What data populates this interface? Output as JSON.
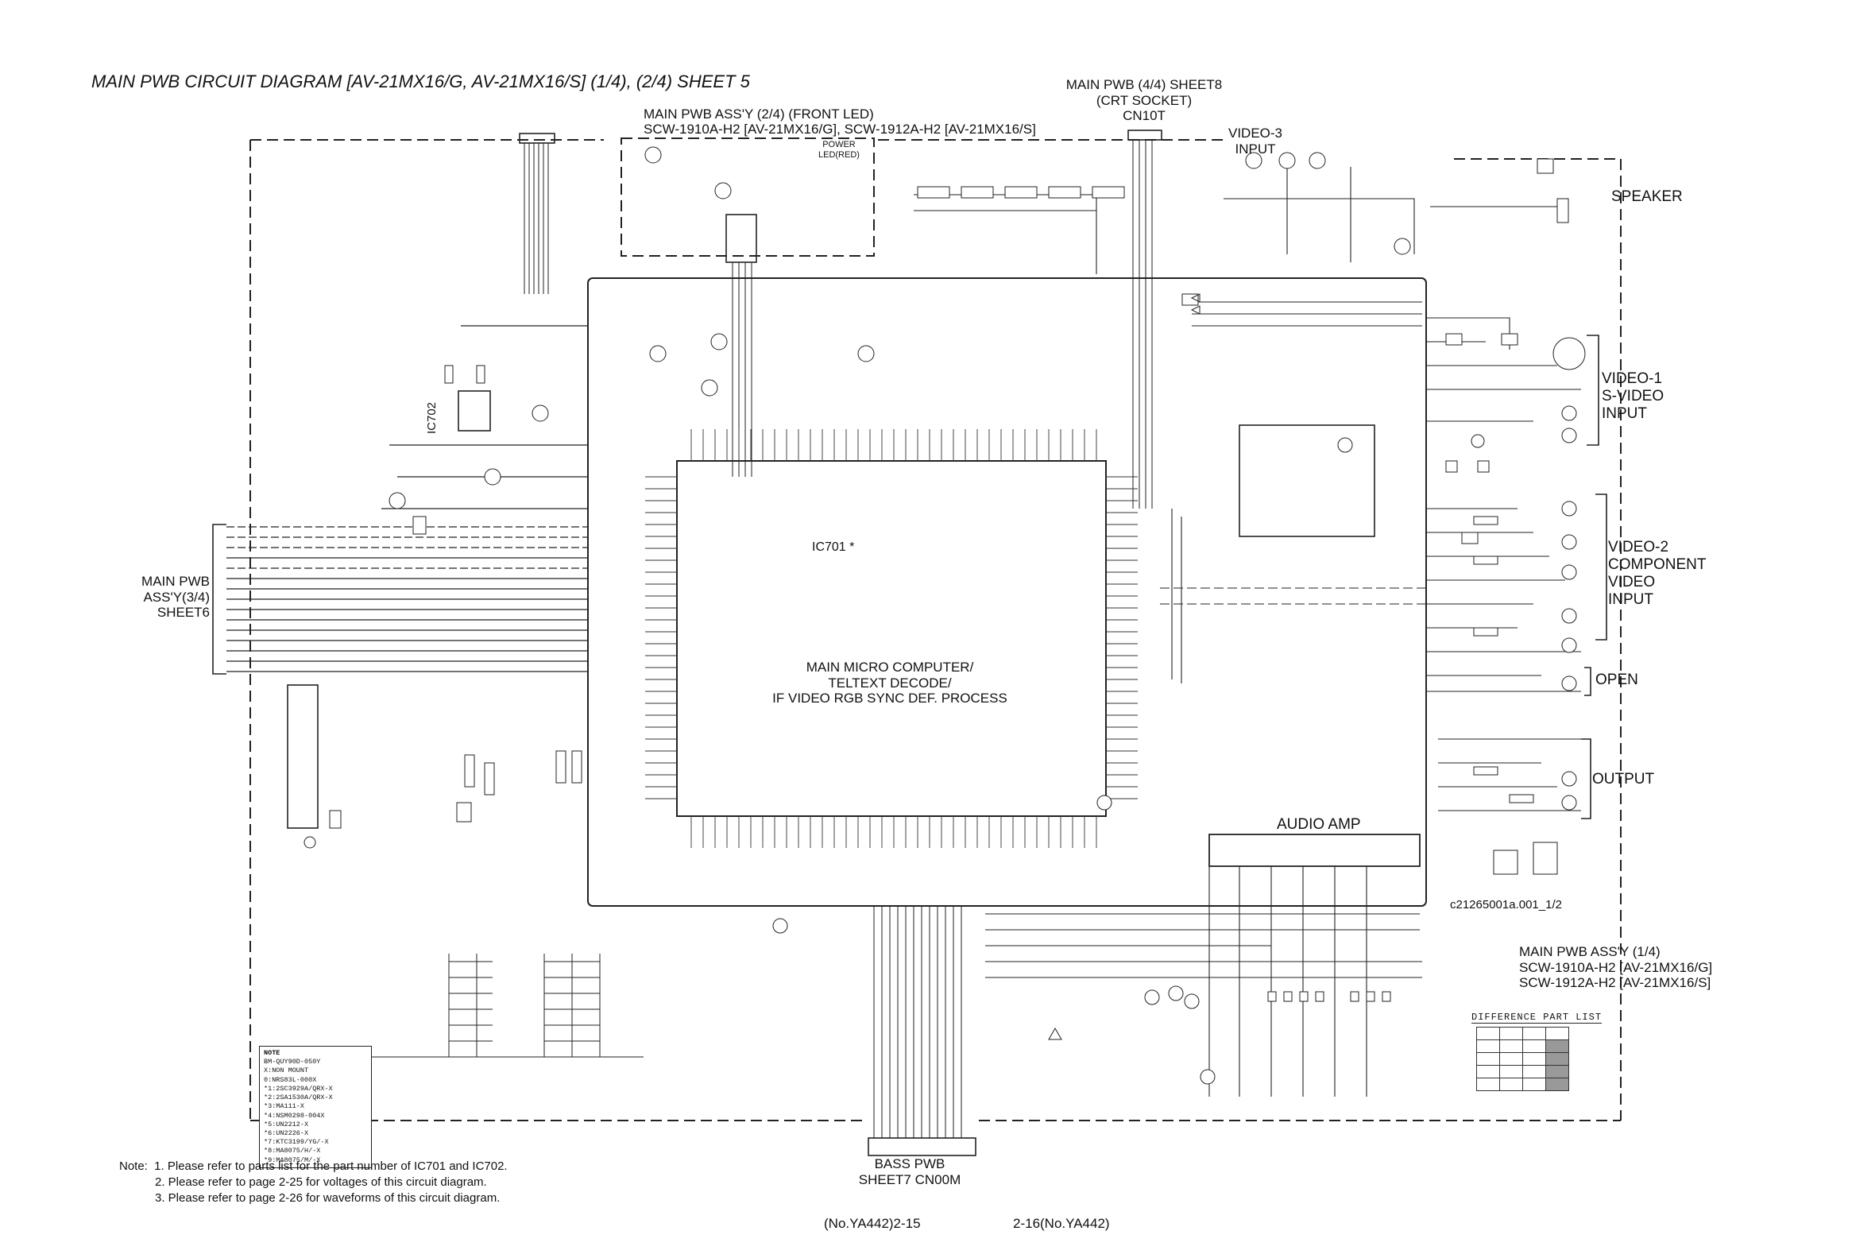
{
  "title": "MAIN PWB CIRCUIT DIAGRAM [AV-21MX16/G, AV-21MX16/S] (1/4), (2/4) SHEET 5",
  "front_led": {
    "line1": "MAIN PWB ASS'Y (2/4) (FRONT LED)",
    "line2": "SCW-1910A-H2 [AV-21MX16/G], SCW-1912A-H2 [AV-21MX16/S]",
    "power_led_1": "POWER",
    "power_led_2": "LED(RED)"
  },
  "crt": {
    "line1": "MAIN PWB (4/4) SHEET8",
    "line2": "(CRT SOCKET)",
    "line3": "CN10T"
  },
  "video3": {
    "line1": "VIDEO-3",
    "line2": "INPUT"
  },
  "speaker": "SPEAKER",
  "video1": {
    "line1": "VIDEO-1",
    "line2": "S-VIDEO",
    "line3": "INPUT"
  },
  "video2": {
    "line1": "VIDEO-2",
    "line2": "COMPONENT",
    "line3": "VIDEO",
    "line4": "INPUT"
  },
  "open": "OPEN",
  "output": "OUTPUT",
  "audio_amp": "AUDIO AMP",
  "ic701": "IC701 *",
  "ic702": "IC702",
  "micro": {
    "line1": "MAIN MICRO COMPUTER/",
    "line2": "TELTEXT DECODE/",
    "line3": "IF VIDEO RGB SYNC DEF. PROCESS"
  },
  "main34": {
    "line1": "MAIN PWB",
    "line2": "ASS'Y(3/4)",
    "line3": "SHEET6"
  },
  "ref_code": "c21265001a.001_1/2",
  "main14": {
    "line1": "MAIN PWB ASS'Y (1/4)",
    "line2": "SCW-1910A-H2 [AV-21MX16/G]",
    "line3": "SCW-1912A-H2 [AV-21MX16/S]"
  },
  "diff_title": "DIFFERENCE PART LIST",
  "bass": {
    "line1": "BASS PWB",
    "line2": "SHEET7 CN00M"
  },
  "notes": {
    "n1": "Note:  1. Please refer to parts list for the part number of IC701 and IC702.",
    "n2": "2. Please refer to page 2-25 for voltages of this circuit diagram.",
    "n3": "3. Please refer to page 2-26 for waveforms of this circuit diagram."
  },
  "page_left": "(No.YA442)2-15",
  "page_right": "2-16(No.YA442)",
  "note_box": {
    "head": "NOTE",
    "lines": [
      "BM-QUY90D-050Y",
      "X:NON MOUNT",
      "0:NRS83L-000X",
      "*1:2SC3929A/QRX-X",
      "*2:2SA1530A/QRX-X",
      "*3:MA111-X",
      "*4:NSM0298-004X",
      "*5:UN2212-X",
      "*6:UN2226-X",
      "*7:KTC3199/YG/-X",
      "*8:MA8075/H/-X",
      "*9:MA8075/M/-X"
    ]
  }
}
